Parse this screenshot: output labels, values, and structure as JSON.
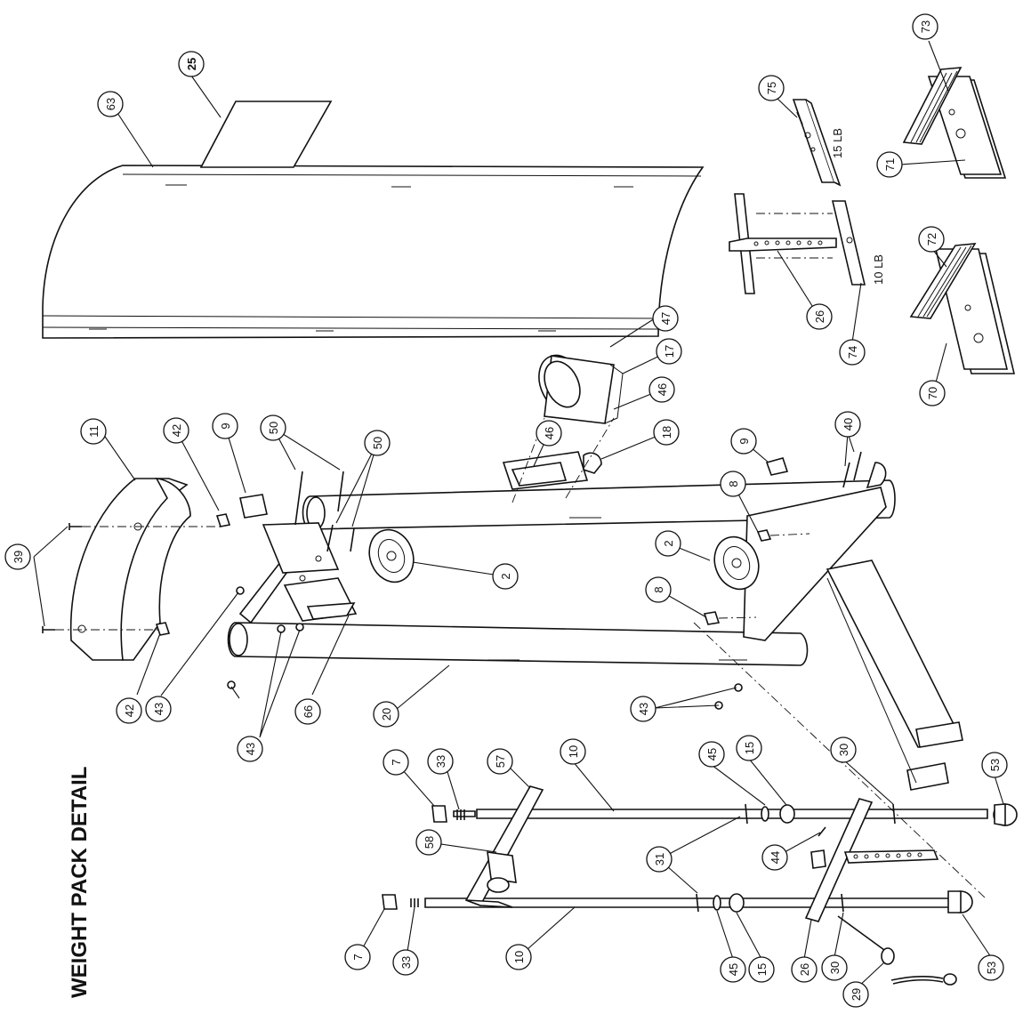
{
  "title": "WEIGHT PACK DETAIL",
  "weight_labels": {
    "plate_15": "15 LB",
    "plate_10": "10 LB"
  },
  "callouts": [
    {
      "id": "c25",
      "label": "25"
    },
    {
      "id": "c63",
      "label": "63"
    },
    {
      "id": "c75",
      "label": "75"
    },
    {
      "id": "c73",
      "label": "73"
    },
    {
      "id": "c71",
      "label": "71"
    },
    {
      "id": "c72",
      "label": "72"
    },
    {
      "id": "c26a",
      "label": "26"
    },
    {
      "id": "c74",
      "label": "74"
    },
    {
      "id": "c70",
      "label": "70"
    },
    {
      "id": "c47",
      "label": "47"
    },
    {
      "id": "c17",
      "label": "17"
    },
    {
      "id": "c46a",
      "label": "46"
    },
    {
      "id": "c46b",
      "label": "46"
    },
    {
      "id": "c18",
      "label": "18"
    },
    {
      "id": "c11",
      "label": "11"
    },
    {
      "id": "c42a",
      "label": "42"
    },
    {
      "id": "c9a",
      "label": "9"
    },
    {
      "id": "c50a",
      "label": "50"
    },
    {
      "id": "c50b",
      "label": "50"
    },
    {
      "id": "c39",
      "label": "39"
    },
    {
      "id": "c9b",
      "label": "9"
    },
    {
      "id": "c40",
      "label": "40"
    },
    {
      "id": "c8a",
      "label": "8"
    },
    {
      "id": "c2a",
      "label": "2"
    },
    {
      "id": "c2b",
      "label": "2"
    },
    {
      "id": "c8b",
      "label": "8"
    },
    {
      "id": "c42b",
      "label": "42"
    },
    {
      "id": "c43a",
      "label": "43"
    },
    {
      "id": "c66",
      "label": "66"
    },
    {
      "id": "c20",
      "label": "20"
    },
    {
      "id": "c43b",
      "label": "43"
    },
    {
      "id": "c43c",
      "label": "43"
    },
    {
      "id": "c7a",
      "label": "7"
    },
    {
      "id": "c33a",
      "label": "33"
    },
    {
      "id": "c57",
      "label": "57"
    },
    {
      "id": "c10a",
      "label": "10"
    },
    {
      "id": "c45a",
      "label": "45"
    },
    {
      "id": "c15a",
      "label": "15"
    },
    {
      "id": "c30a",
      "label": "30"
    },
    {
      "id": "c53a",
      "label": "53"
    },
    {
      "id": "c58",
      "label": "58"
    },
    {
      "id": "c31",
      "label": "31"
    },
    {
      "id": "c44",
      "label": "44"
    },
    {
      "id": "c7b",
      "label": "7"
    },
    {
      "id": "c33b",
      "label": "33"
    },
    {
      "id": "c10b",
      "label": "10"
    },
    {
      "id": "c45b",
      "label": "45"
    },
    {
      "id": "c15b",
      "label": "15"
    },
    {
      "id": "c26b",
      "label": "26"
    },
    {
      "id": "c30b",
      "label": "30"
    },
    {
      "id": "c53b",
      "label": "53"
    },
    {
      "id": "c29",
      "label": "29"
    }
  ]
}
